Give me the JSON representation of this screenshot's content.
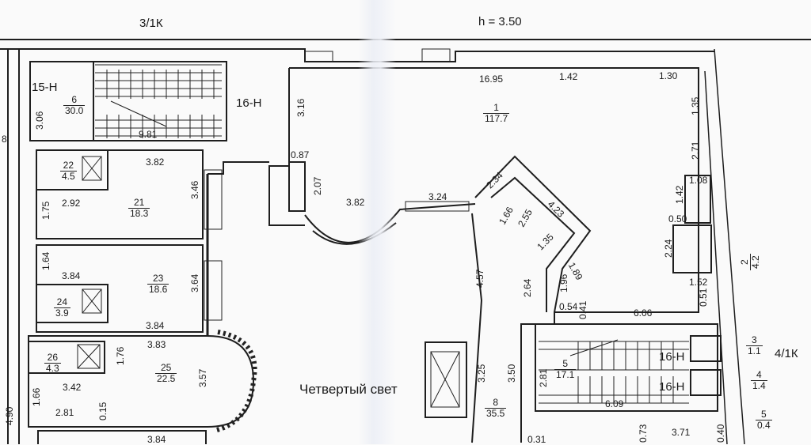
{
  "header": {
    "left": "3/1К",
    "height_label": "h  =  3.50",
    "right_stair": "4/1К"
  },
  "center_label": "Четвертый свет",
  "stairs": {
    "s15": "15-Н",
    "s16a": "16-Н",
    "s16b": "16-Н",
    "s16c": "16-Н"
  },
  "rooms": [
    {
      "id": "r1",
      "num": "1",
      "area": "117.7"
    },
    {
      "id": "r2",
      "num": "2",
      "area": "4.2"
    },
    {
      "id": "r3",
      "num": "3",
      "area": "1.1"
    },
    {
      "id": "r4",
      "num": "4",
      "area": "1.4"
    },
    {
      "id": "r5",
      "num": "5",
      "area": "17.1"
    },
    {
      "id": "r5b",
      "num": "5",
      "area": "0.4"
    },
    {
      "id": "r6",
      "num": "6",
      "area": "30.0"
    },
    {
      "id": "r21",
      "num": "21",
      "area": "18.3"
    },
    {
      "id": "r22",
      "num": "22",
      "area": "4.5"
    },
    {
      "id": "r23",
      "num": "23",
      "area": "18.6"
    },
    {
      "id": "r24",
      "num": "24",
      "area": "3.9"
    },
    {
      "id": "r25",
      "num": "25",
      "area": "22.5"
    },
    {
      "id": "r26",
      "num": "26",
      "area": "4.3"
    },
    {
      "id": "r8",
      "num": "8",
      "area": "35.5"
    }
  ],
  "dims": {
    "d1695": "16.95",
    "d142a": "1.42",
    "d130": "1.30",
    "d135a": "1.35",
    "d271": "2.71",
    "d316": "3.16",
    "d306": "3.06",
    "d981": "9.81",
    "d087": "0.87",
    "d207": "2.07",
    "d382a": "3.82",
    "d382b": "3.82",
    "d324": "3.24",
    "d234": "2.34",
    "d423": "4.23",
    "d166a": "1.66",
    "d255": "2.55",
    "d135b": "1.35",
    "d189": "1.89",
    "d108": "1.08",
    "d142b": "1.42",
    "d050": "0.50",
    "d224": "2.24",
    "d152": "1.52",
    "d051": "0.51",
    "d346": "3.46",
    "d292": "2.92",
    "d175": "1.75",
    "d164": "1.64",
    "d384a": "3.84",
    "d364": "3.64",
    "d384b": "3.84",
    "d383": "3.83",
    "d176": "1.76",
    "d357": "3.57",
    "d342": "3.42",
    "d166b": "1.66",
    "d490": "4.90",
    "d281a": "2.81",
    "d015": "0.15",
    "d384c": "3.84",
    "d457": "4.57",
    "d264": "2.64",
    "d196": "1.96",
    "d054": "0.54",
    "d041": "0.41",
    "d606": "6.06",
    "d325": "3.25",
    "d350": "3.50",
    "d281b": "2.81",
    "d609": "6.09",
    "d371": "3.71",
    "d031": "0.31",
    "d073": "0.73",
    "d040": "0.40",
    "d8": "8"
  }
}
